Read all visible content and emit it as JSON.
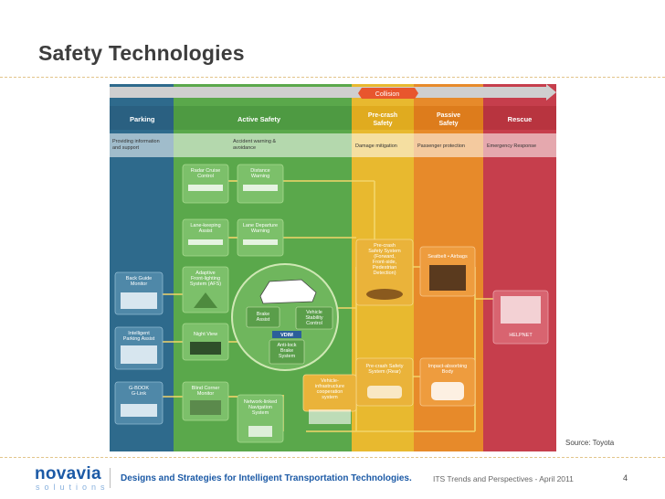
{
  "slide": {
    "title": "Safety Technologies",
    "source": "Source: Toyota",
    "page_number": "4"
  },
  "footer": {
    "logo_word": "novavia",
    "logo_sub": "solutions",
    "tagline": "Designs and Strategies for Intelligent Transportation Technologies.",
    "center_text": "ITS Trends and Perspectives - April 2011"
  },
  "diagram": {
    "timeline_label": "Collision",
    "phases": [
      {
        "name": "Parking",
        "desc": "Providing information and support",
        "color": "#2c6e8e"
      },
      {
        "name": "Active Safety",
        "desc": "Accident warning & avoidance",
        "color": "#56a64a"
      },
      {
        "name": "Pre-crash Safety",
        "desc": "Damage mitigation",
        "color": "#e6b830"
      },
      {
        "name": "Passive Safety",
        "desc": "Passenger protection",
        "color": "#e58f2c"
      },
      {
        "name": "Rescue",
        "desc": "Emergency Response",
        "color": "#c8424a"
      }
    ],
    "boxes": {
      "radar": "Radar Cruise Control",
      "distance": "Distance Warning",
      "lka": "Lane-keeping Assist",
      "ldw": "Lane Departure Warning",
      "afs": "Adaptive Front-lighting System (AFS)",
      "night": "Night View",
      "blind": "Blind Corner Monitor",
      "nav": "Network-linked Navigation System",
      "backguide": "Back Guide Monitor",
      "ipa": "Intelligent Parking Assist",
      "gbook": "G-BOOK G-Link",
      "precrash_front": "Pre-crash Safety System (Forward, Front-side, Pedestrian Detection)",
      "precrash_rear": "Pre-crash Safety System (Rear)",
      "seatbelt": "Seatbelt • Airbags",
      "impact": "Impact-absorbing Body",
      "v2i": "Vehicle-infrastructure cooperation system",
      "helpnet": "HELPNET"
    },
    "center": {
      "brake": "Brake Assist",
      "vsc": "Vehicle Stability Control",
      "vdim": "VDIM",
      "abs": "Anti-lock Brake System"
    }
  }
}
